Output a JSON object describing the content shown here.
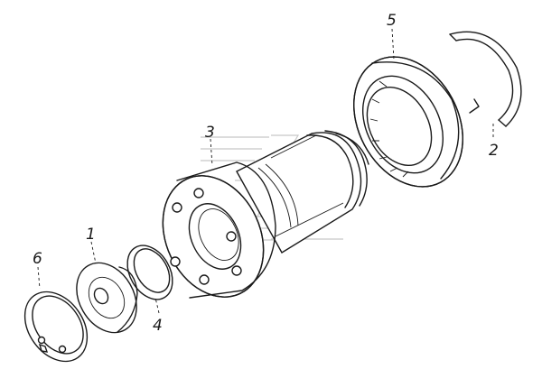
{
  "callouts": {
    "c1": "1",
    "c2": "2",
    "c3": "3",
    "c4": "4",
    "c5": "5",
    "c6": "6"
  },
  "colors": {
    "ink": "#1a1a1a",
    "watermark": "#c8c8c8",
    "background": "#ffffff"
  }
}
